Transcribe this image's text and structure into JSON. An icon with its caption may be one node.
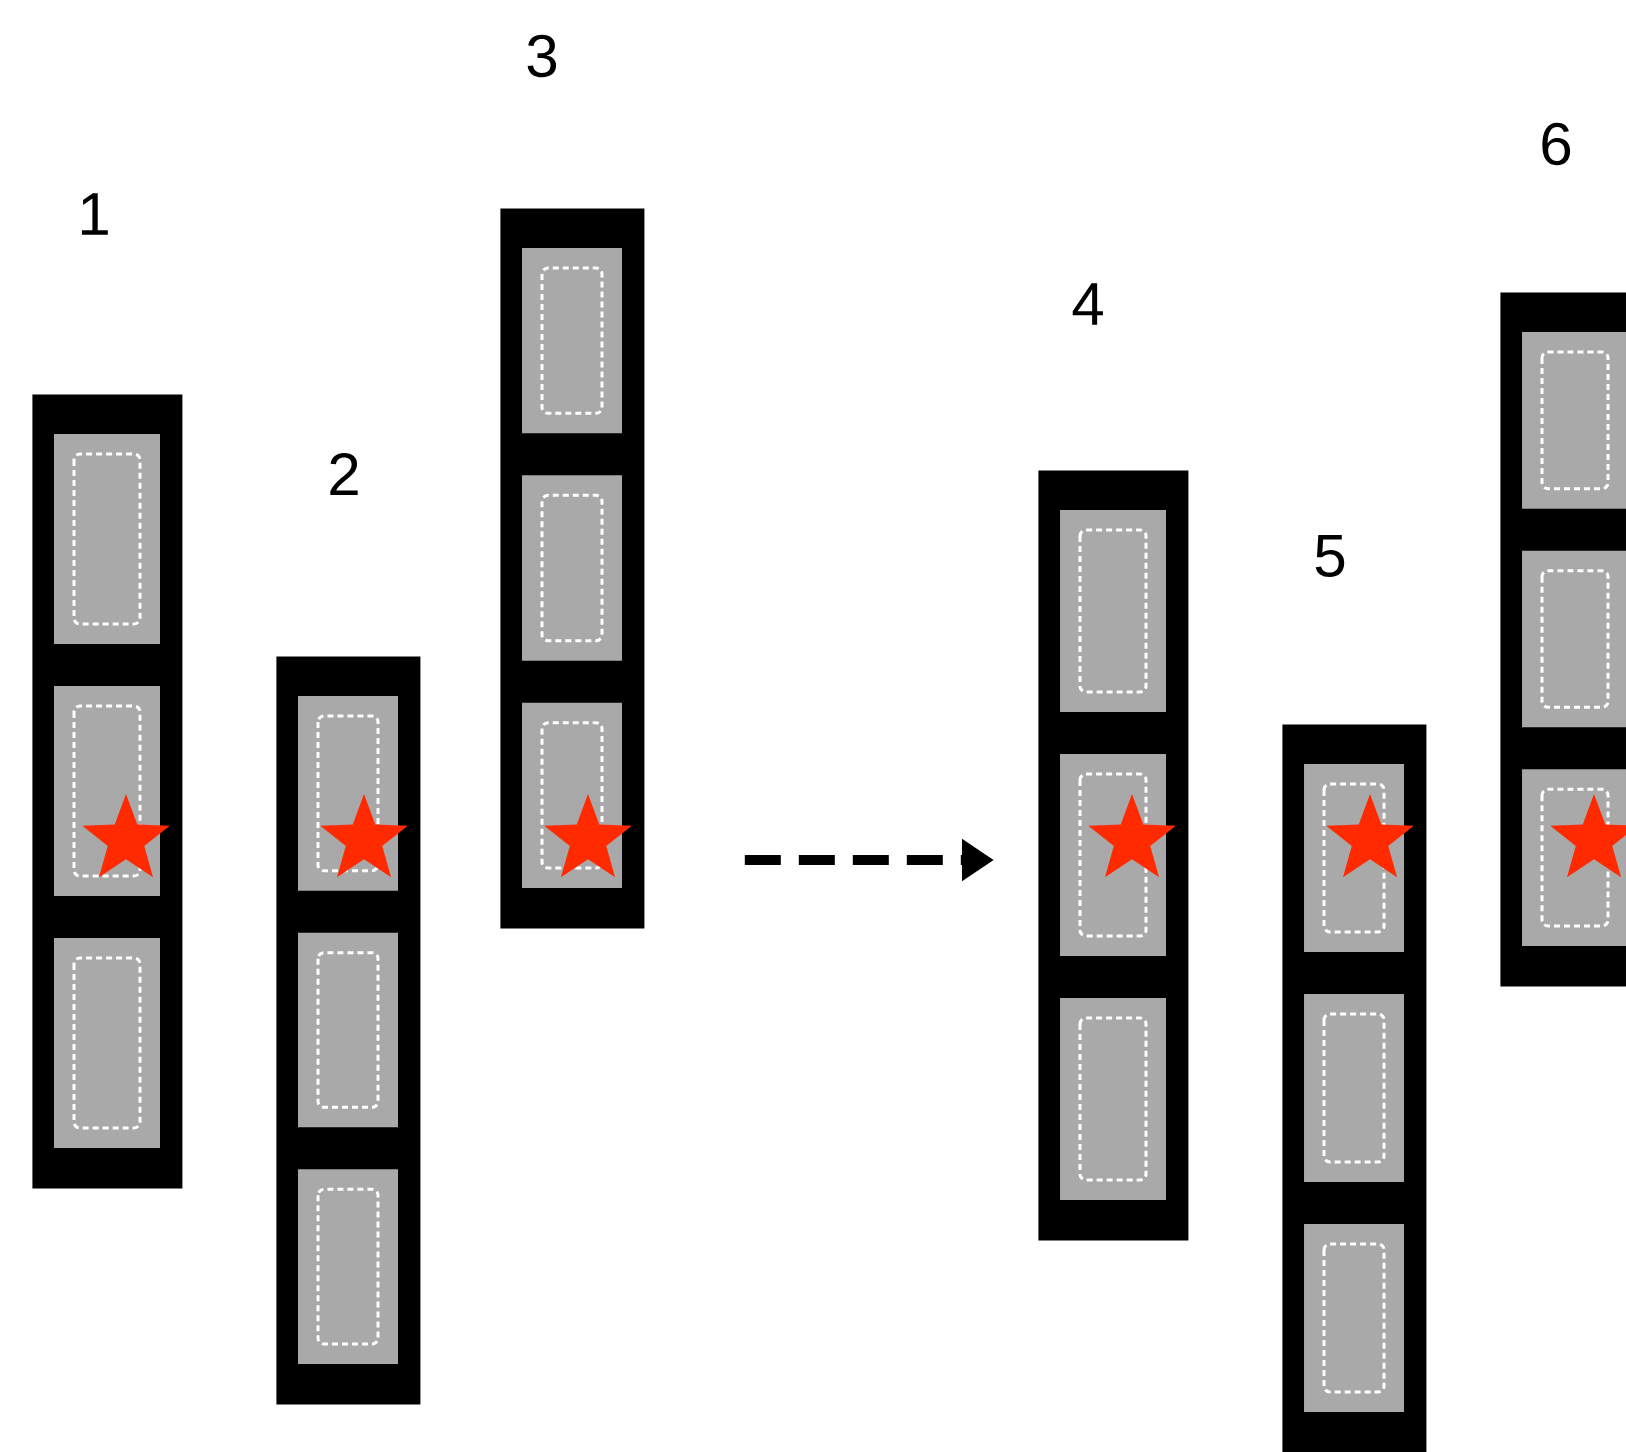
{
  "diagram": {
    "nodes": [
      {
        "text": [],
        "shape": "bar",
        "beside": [
          "1"
        ]
      },
      {
        "text": [],
        "shape": "bar",
        "beside": [
          "2"
        ]
      },
      {
        "text": [],
        "shape": "bar",
        "beside": [
          "3"
        ]
      },
      {
        "text": [],
        "shape": "bar",
        "beside": [
          "4"
        ]
      },
      {
        "text": [],
        "shape": "bar",
        "beside": [
          "5"
        ]
      },
      {
        "text": [],
        "shape": "bar",
        "beside": [
          "6"
        ]
      }
    ],
    "edges": [
      {
        "from": 2,
        "to": 3,
        "arrow": "to",
        "style": "dashed"
      }
    ]
  }
}
